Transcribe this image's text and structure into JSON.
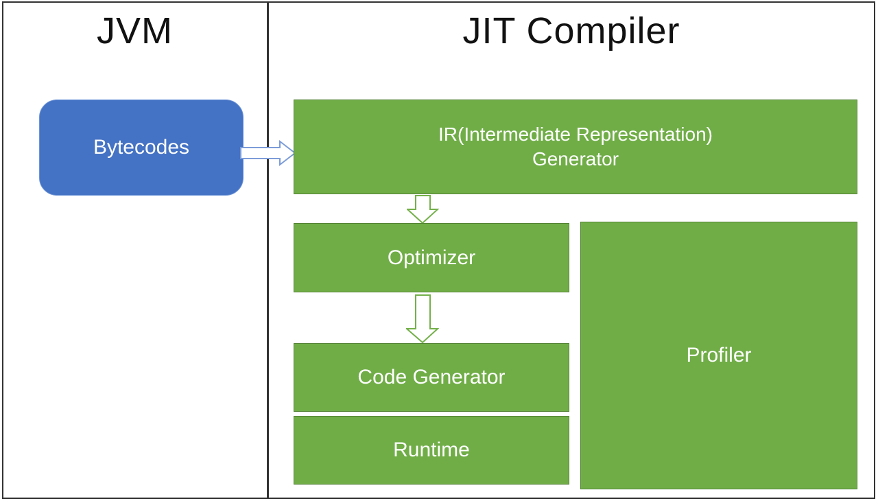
{
  "left_panel": {
    "title": "JVM",
    "node_label": "Bytecodes"
  },
  "right_panel": {
    "title": "JIT Compiler",
    "ir_line1": "IR(Intermediate Representation)",
    "ir_line2": "Generator",
    "optimizer_label": "Optimizer",
    "code_generator_label": "Code Generator",
    "runtime_label": "Runtime",
    "profiler_label": "Profiler"
  },
  "icons": {
    "bytecodes_to_ir": "arrow-right",
    "ir_to_optimizer": "arrow-down",
    "optimizer_to_code_generator": "arrow-down"
  },
  "colors": {
    "bytecodes_fill": "#4472C4",
    "process_fill": "#70AD47",
    "process_border": "#548235",
    "arrow_blue_outline": "#7C9CD8",
    "arrow_green_outline": "#74B04A",
    "frame_line": "#333333",
    "title_text": "#111111",
    "node_text": "#FFFFFF"
  }
}
